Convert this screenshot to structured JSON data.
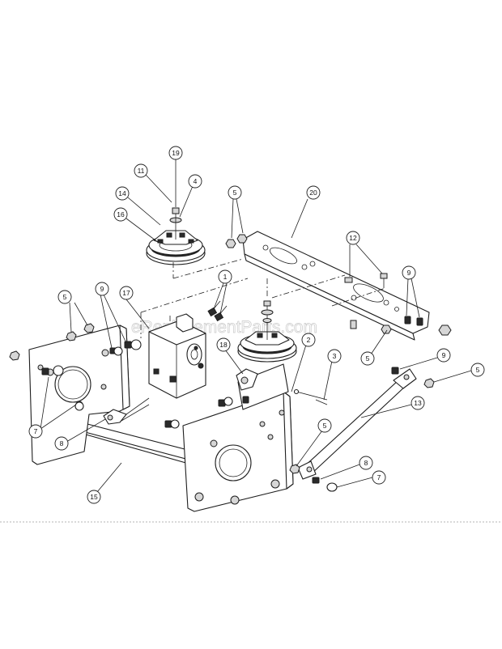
{
  "watermark": "eReplacementParts.com",
  "callouts": {
    "c1": "1",
    "c2": "2",
    "c3": "3",
    "c4": "4",
    "c5a": "5",
    "c5b": "5",
    "c5c": "5",
    "c5d": "5",
    "c5e": "5",
    "c7a": "7",
    "c7b": "7",
    "c8a": "8",
    "c8b": "8",
    "c9a": "9",
    "c9b": "9",
    "c9c": "9",
    "c11": "11",
    "c12": "12",
    "c13": "13",
    "c14": "14",
    "c15": "15",
    "c16": "16",
    "c17": "17",
    "c18": "18",
    "c19": "19",
    "c20": "20"
  }
}
